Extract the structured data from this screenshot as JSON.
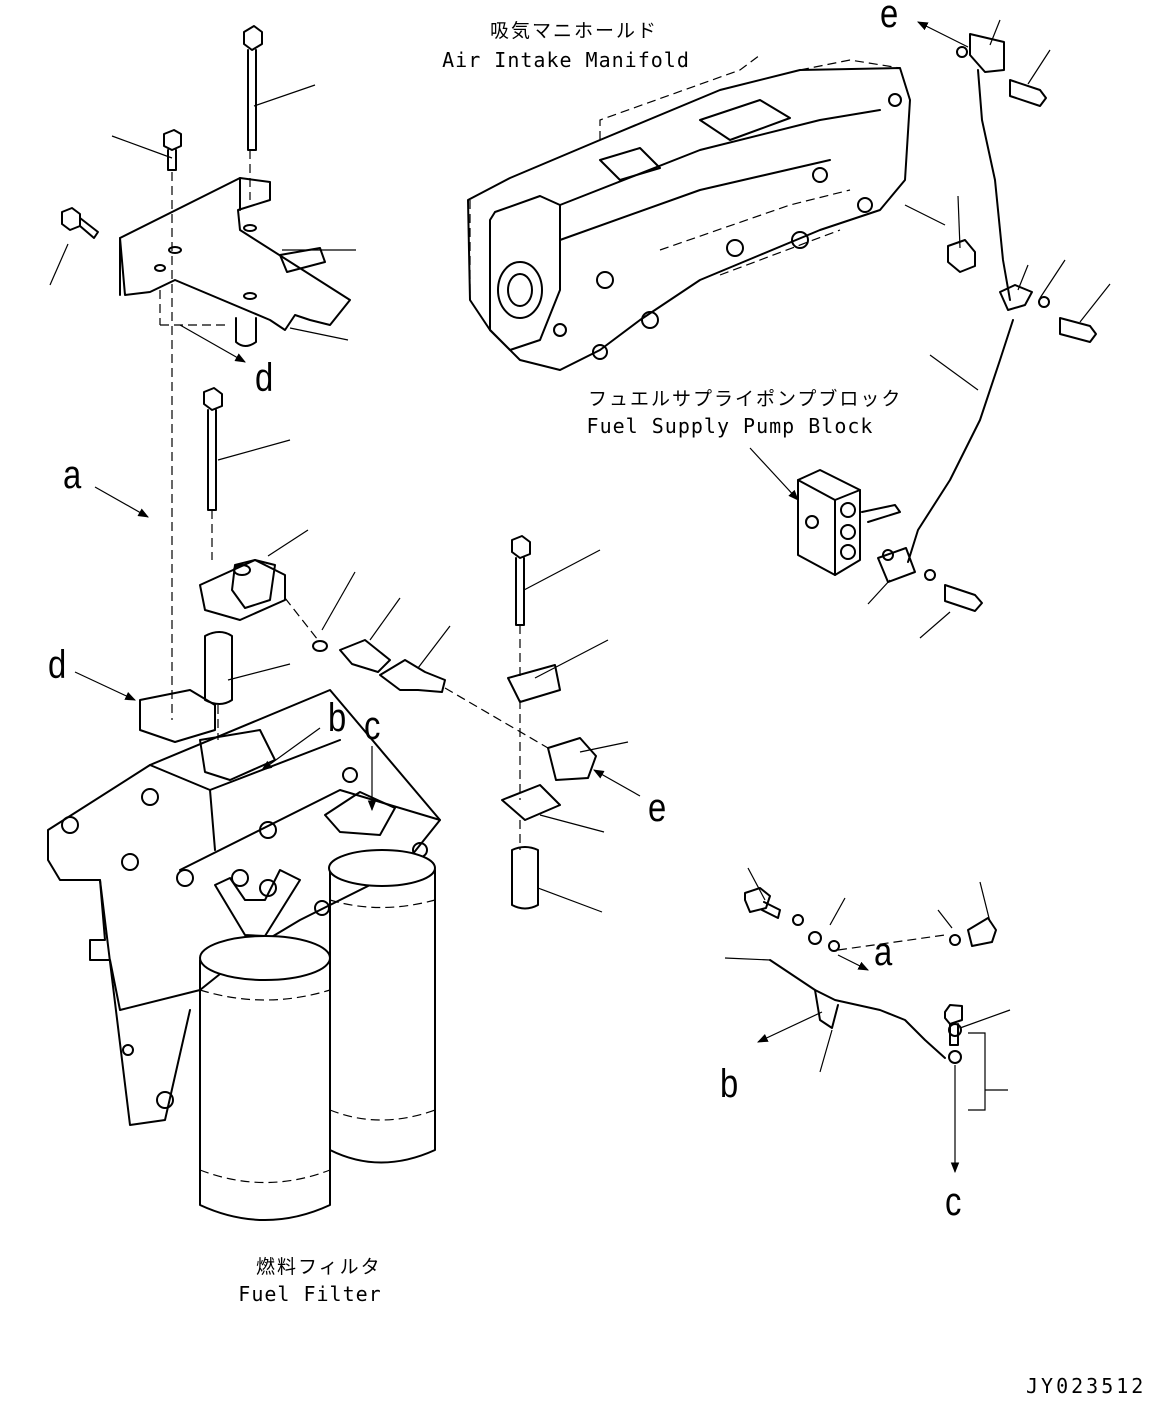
{
  "labels": {
    "air_intake_manifold": {
      "jp": "吸気マニホールド",
      "en": "Air Intake Manifold"
    },
    "fuel_supply_pump_block": {
      "jp": "フュエルサプライポンプブロック",
      "en": "Fuel Supply Pump Block"
    },
    "fuel_filter": {
      "jp": "燃料フィルタ",
      "en": "Fuel Filter"
    }
  },
  "reference_letters": {
    "a": "a",
    "b": "b",
    "c": "c",
    "d": "d",
    "e": "e"
  },
  "drawing_code": "JY023512"
}
